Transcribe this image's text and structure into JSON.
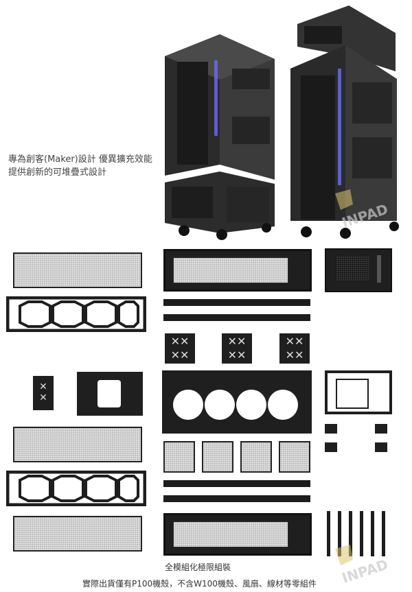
{
  "intro": {
    "line1": "專為創客(Maker)設計 優異擴充效能",
    "line2": "提供創新的可堆疊式設計"
  },
  "watermark": {
    "brand": "INPAD"
  },
  "captions": {
    "parts_title": "全模組化極限組裝",
    "note": "實際出貨僅有P100機殼，不含W100機殼、風扇、線材等零組件"
  }
}
